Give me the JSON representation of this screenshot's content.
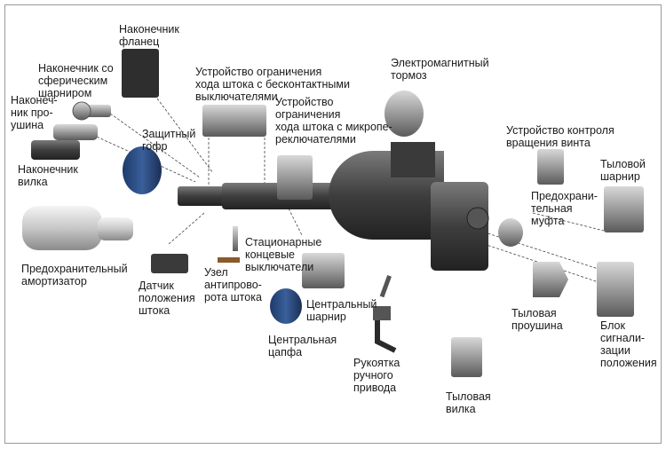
{
  "diagram": {
    "title": "Electric linear actuator — components and options",
    "labels": {
      "flange_tip": "Наконечник\nфланец",
      "spherical_tip": "Наконечник со\nсферическим\nшарниром",
      "eye_tip": "Наконеч-\nник про-\nушина",
      "fork_tip": "Наконечник\nвилка",
      "bellows": "Защитный\nгофр",
      "shock_absorber": "Предохранительный\nамортизатор",
      "rod_sensor": "Датчик\nположения\nштока",
      "anti_rotation": "Узел\nантипрово-\nрота штока",
      "proximity_limit": "Устройство ограничения\nхода штока с бесконтактными\nвыключателями",
      "micro_limit": "Устройство\nограничения\nхода штока с микропе-\nреключателями",
      "stationary_switches": "Стационарные\nконцевые\nвыключатели",
      "center_hinge": "Центральный\nшарнир",
      "center_trunnion": "Центральная\nцапфа",
      "hand_crank": "Рукоятка\nручного\nпривода",
      "brake": "Электромагнитный\nтормоз",
      "screw_rotation": "Устройство контроля\nвращения винта",
      "safety_clutch": "Предохрани-\nтельная\nмуфта",
      "rear_hinge": "Тыловой\nшарнир",
      "rear_eye": "Тыловая\nпроушина",
      "rear_fork": "Тыловая\nвилка",
      "signal_block": "Блок\nсигнали-\nзации\nположения"
    }
  }
}
